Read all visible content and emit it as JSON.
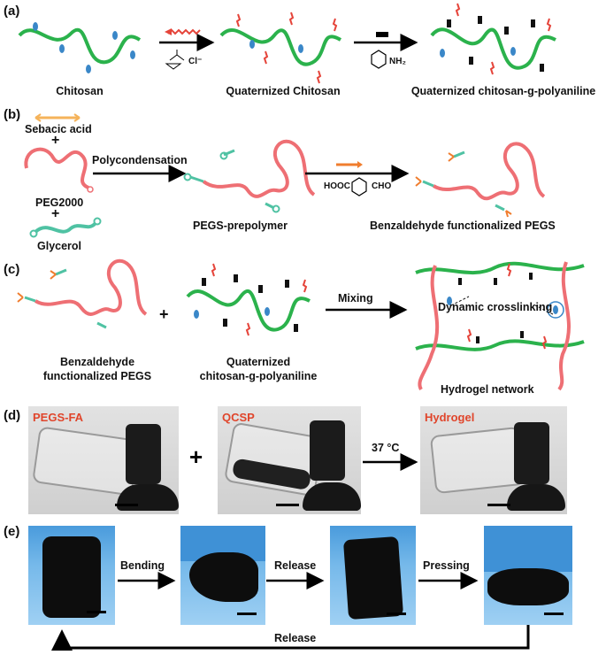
{
  "panel_a": {
    "label": "(a)",
    "chitosan": "Chitosan",
    "quaternized": "Quaternized Chitosan",
    "grafted": "Quaternized chitosan-g-polyaniline",
    "reagent_amine": "NH₂",
    "reagent_cl": "Cl⁻"
  },
  "panel_b": {
    "label": "(b)",
    "sebacic": "Sebacic acid",
    "plus1": "+",
    "peg": "PEG2000",
    "plus2": "+",
    "glycerol": "Glycerol",
    "step1": "Polycondensation",
    "prepolymer": "PEGS-prepolymer",
    "hooc": "HOOC",
    "cho": "CHO",
    "product": "Benzaldehyde functionalized PEGS"
  },
  "panel_c": {
    "label": "(c)",
    "left_line1": "Benzaldehyde",
    "left_line2": "functionalized PEGS",
    "plus": "+",
    "mid_line1": "Quaternized",
    "mid_line2": "chitosan-g-polyaniline",
    "step": "Mixing",
    "crosslink": "Dynamic crosslinking",
    "network": "Hydrogel network"
  },
  "panel_d": {
    "label": "(d)",
    "tag1": "PEGS-FA",
    "plus": "+",
    "tag2": "QCSP",
    "temp": "37 °C",
    "tag3": "Hydrogel"
  },
  "panel_e": {
    "label": "(e)",
    "step1": "Bending",
    "step2": "Release",
    "step3": "Pressing",
    "return": "Release"
  },
  "colors": {
    "chitosan_chain": "#2bb24c",
    "pegs_chain": "#ee6f74",
    "glycerol_chain": "#4fc2a3",
    "sebacic": "#f5b35a",
    "quat_group": "#e5443a",
    "aniline": "#111111",
    "hydroxyl": "#3a87c8",
    "label_red": "#e0452b",
    "glove_blue": "#5aa9e6"
  }
}
